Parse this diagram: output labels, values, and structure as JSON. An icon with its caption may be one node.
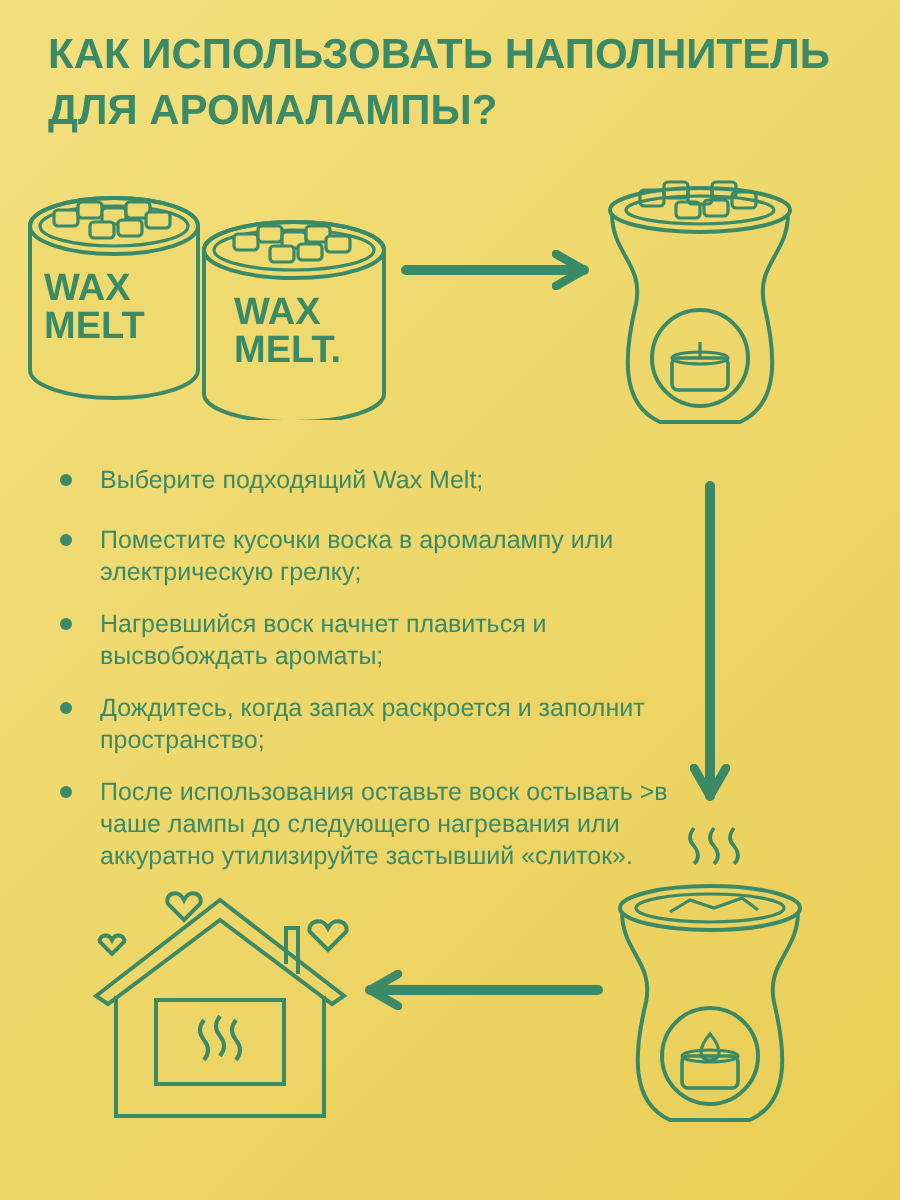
{
  "diagram": {
    "title": "КАК ИСПОЛЬЗОВАТЬ НАПОЛНИТЕЛЬ ДЛЯ АРОМАЛАМПЫ?",
    "nodes": [
      {
        "text": [
          "WAX MELT",
          "WAX MELT."
        ]
      },
      {
        "text": [],
        "shape": "picture"
      },
      {
        "text": [],
        "shape": "picture"
      },
      {
        "text": [],
        "shape": "picture"
      }
    ],
    "edges": [
      {
        "from": 0,
        "to": 1,
        "arrow": "to"
      },
      {
        "from": 1,
        "to": 2,
        "arrow": "to"
      },
      {
        "from": 2,
        "to": 3,
        "arrow": "to"
      }
    ],
    "labels": [
      "Выберите подходящий Wax Melt;",
      "Поместите кусочки воска в аромалампу или электрическую грелку;",
      "Нагревшийся воск начнет плавиться и высвобождать ароматы;",
      "Дождитесь, когда запах раскроется и заполнит пространство;",
      "После использования оставьте воск остывать >в чаше лампы до следующего нагревания или аккуратно утилизируйте застывший «слиток»."
    ]
  }
}
